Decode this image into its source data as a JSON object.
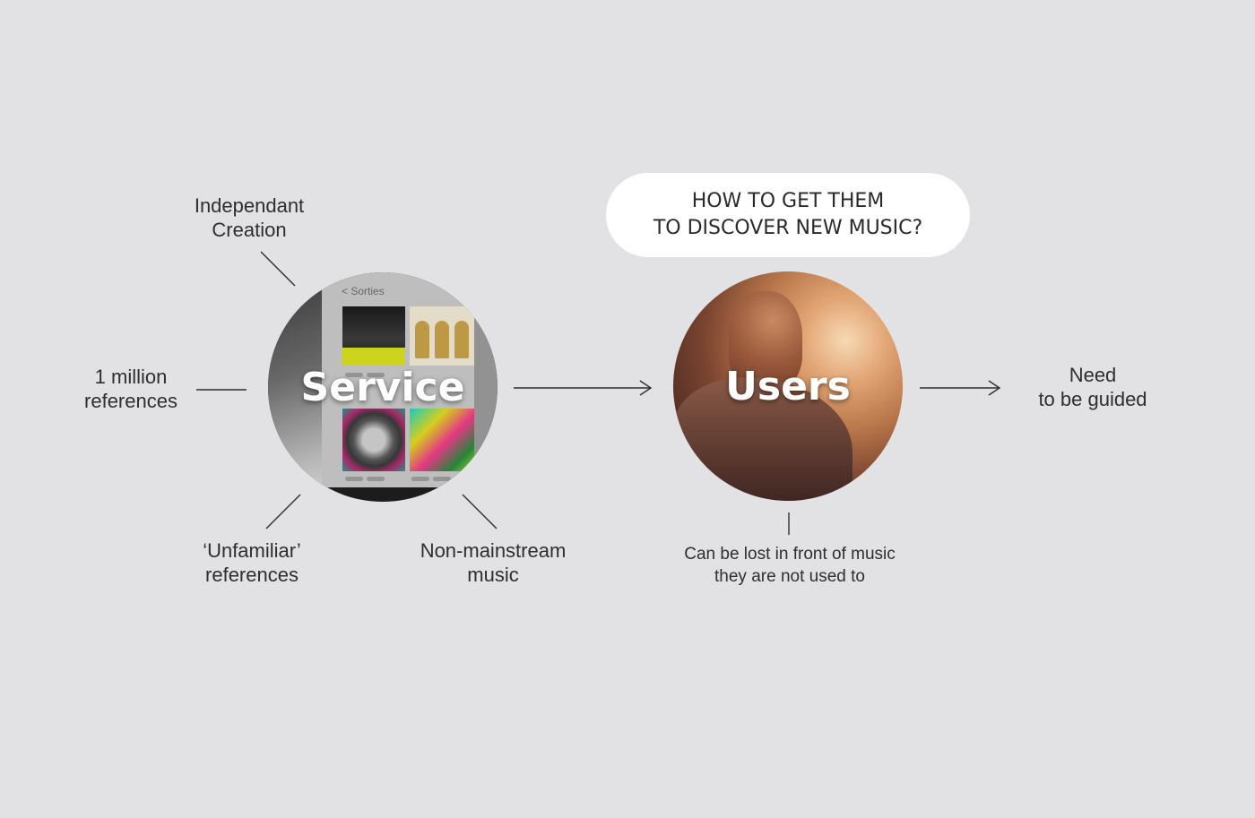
{
  "service": {
    "title": "Service",
    "screen_header": "< Sorties",
    "labels": {
      "independant_creation": [
        "Independant",
        "Creation"
      ],
      "million_references": [
        "1 million",
        "references"
      ],
      "unfamiliar_references": [
        "‘Unfamiliar’",
        "references"
      ],
      "non_mainstream_music": [
        "Non-mainstream",
        "music"
      ]
    }
  },
  "users": {
    "title": "Users",
    "question": [
      "HOW TO GET THEM",
      "TO DISCOVER NEW MUSIC?"
    ],
    "lost_label": [
      "Can be lost in front of music",
      "they are not used to"
    ],
    "outcome_label": [
      "Need",
      "to be guided"
    ]
  },
  "colors": {
    "background": "#e2e2e4",
    "bubble": "#ffffff",
    "text": "#2e2e2e",
    "line": "#2e2e2e"
  }
}
